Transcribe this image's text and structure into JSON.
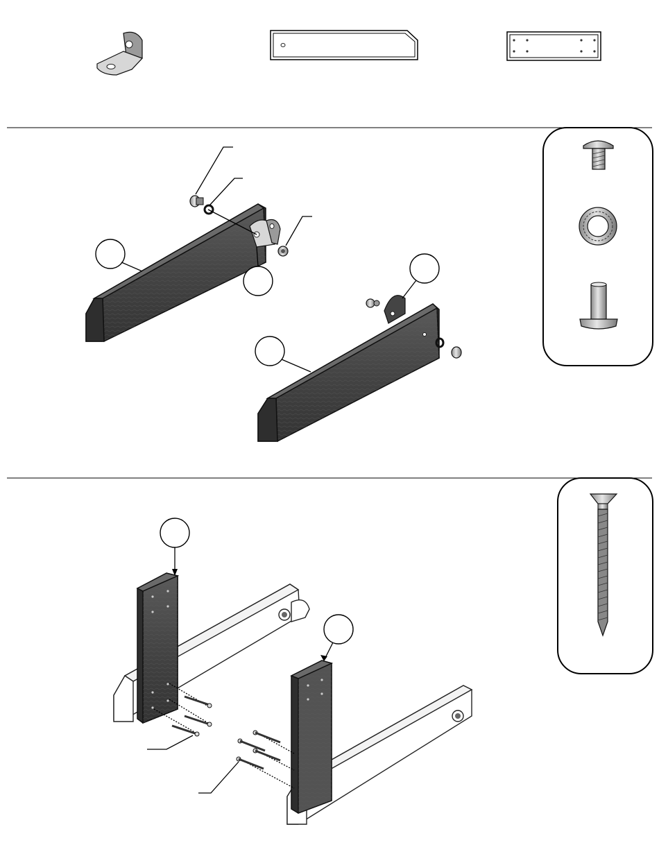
{
  "page": {
    "background": "#ffffff",
    "ink": "#000000",
    "wood_color": "#4a4a4a"
  },
  "parts_strip": {
    "items": [
      {
        "name": "angle-bracket",
        "icon": "l-bracket-icon"
      },
      {
        "name": "long-board",
        "icon": "board-icon"
      },
      {
        "name": "short-board",
        "icon": "plate-icon"
      }
    ]
  },
  "step1": {
    "hardware": [
      "carriage-bolt-icon",
      "lock-washer-icon",
      "t-nut-icon"
    ]
  },
  "step2": {
    "hardware": [
      "wood-screw-icon"
    ]
  }
}
